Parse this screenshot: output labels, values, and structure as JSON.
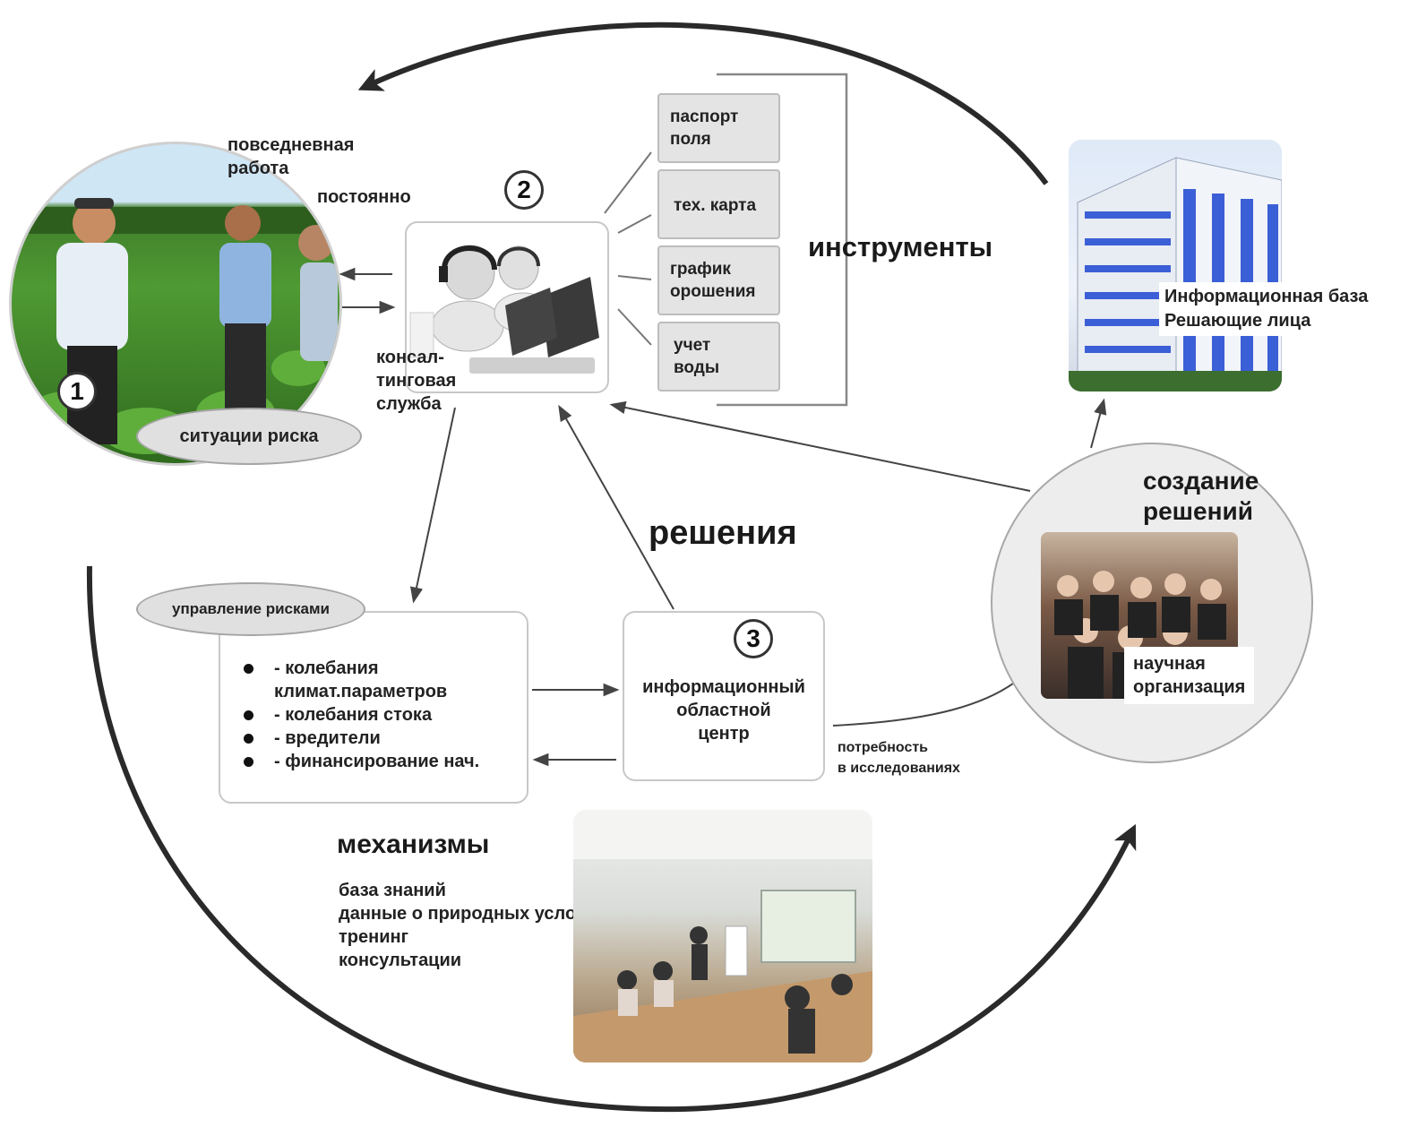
{
  "labels": {
    "daily_work": [
      "повседневная",
      "работа"
    ],
    "constantly": "постоянно",
    "consulting": [
      "консал-",
      "тинговая",
      "служба"
    ],
    "instruments": "инструменты",
    "decisions": "решения",
    "creating_solutions": [
      "создание",
      "решений"
    ],
    "mechanisms": "механизмы",
    "research_need": [
      "потребность",
      "в исследованиях"
    ]
  },
  "numbers": {
    "n1": "1",
    "n2": "2",
    "n3": "3"
  },
  "risk_situations": "ситуации риска",
  "tools": [
    {
      "text": [
        "паспорт",
        "поля"
      ]
    },
    {
      "text": [
        "тех. карта"
      ]
    },
    {
      "text": [
        "график",
        "орошения"
      ]
    },
    {
      "text": [
        "учет",
        "воды"
      ]
    }
  ],
  "info_base": [
    "Информационная база",
    "Решающие лица"
  ],
  "risk_management": {
    "title": "управление рисками",
    "items": [
      [
        "- колебания",
        "климат.параметров"
      ],
      [
        "- колебания стока"
      ],
      [
        "- вредители"
      ],
      [
        "- финансирование нач."
      ]
    ]
  },
  "info_center": [
    "информационный",
    "областной",
    "центр"
  ],
  "science_org": [
    "научная",
    "организация"
  ],
  "mechanisms_list": [
    "база знаний",
    "данные о природных условиях",
    "тренинг",
    "консультации"
  ],
  "colors": {
    "arrow": "#2a2a2a",
    "thin_arrow": "#555555",
    "pill": "#e0e0e0",
    "tool_bg": "#e4e4e4",
    "building_glass": "#3b5fd6"
  }
}
